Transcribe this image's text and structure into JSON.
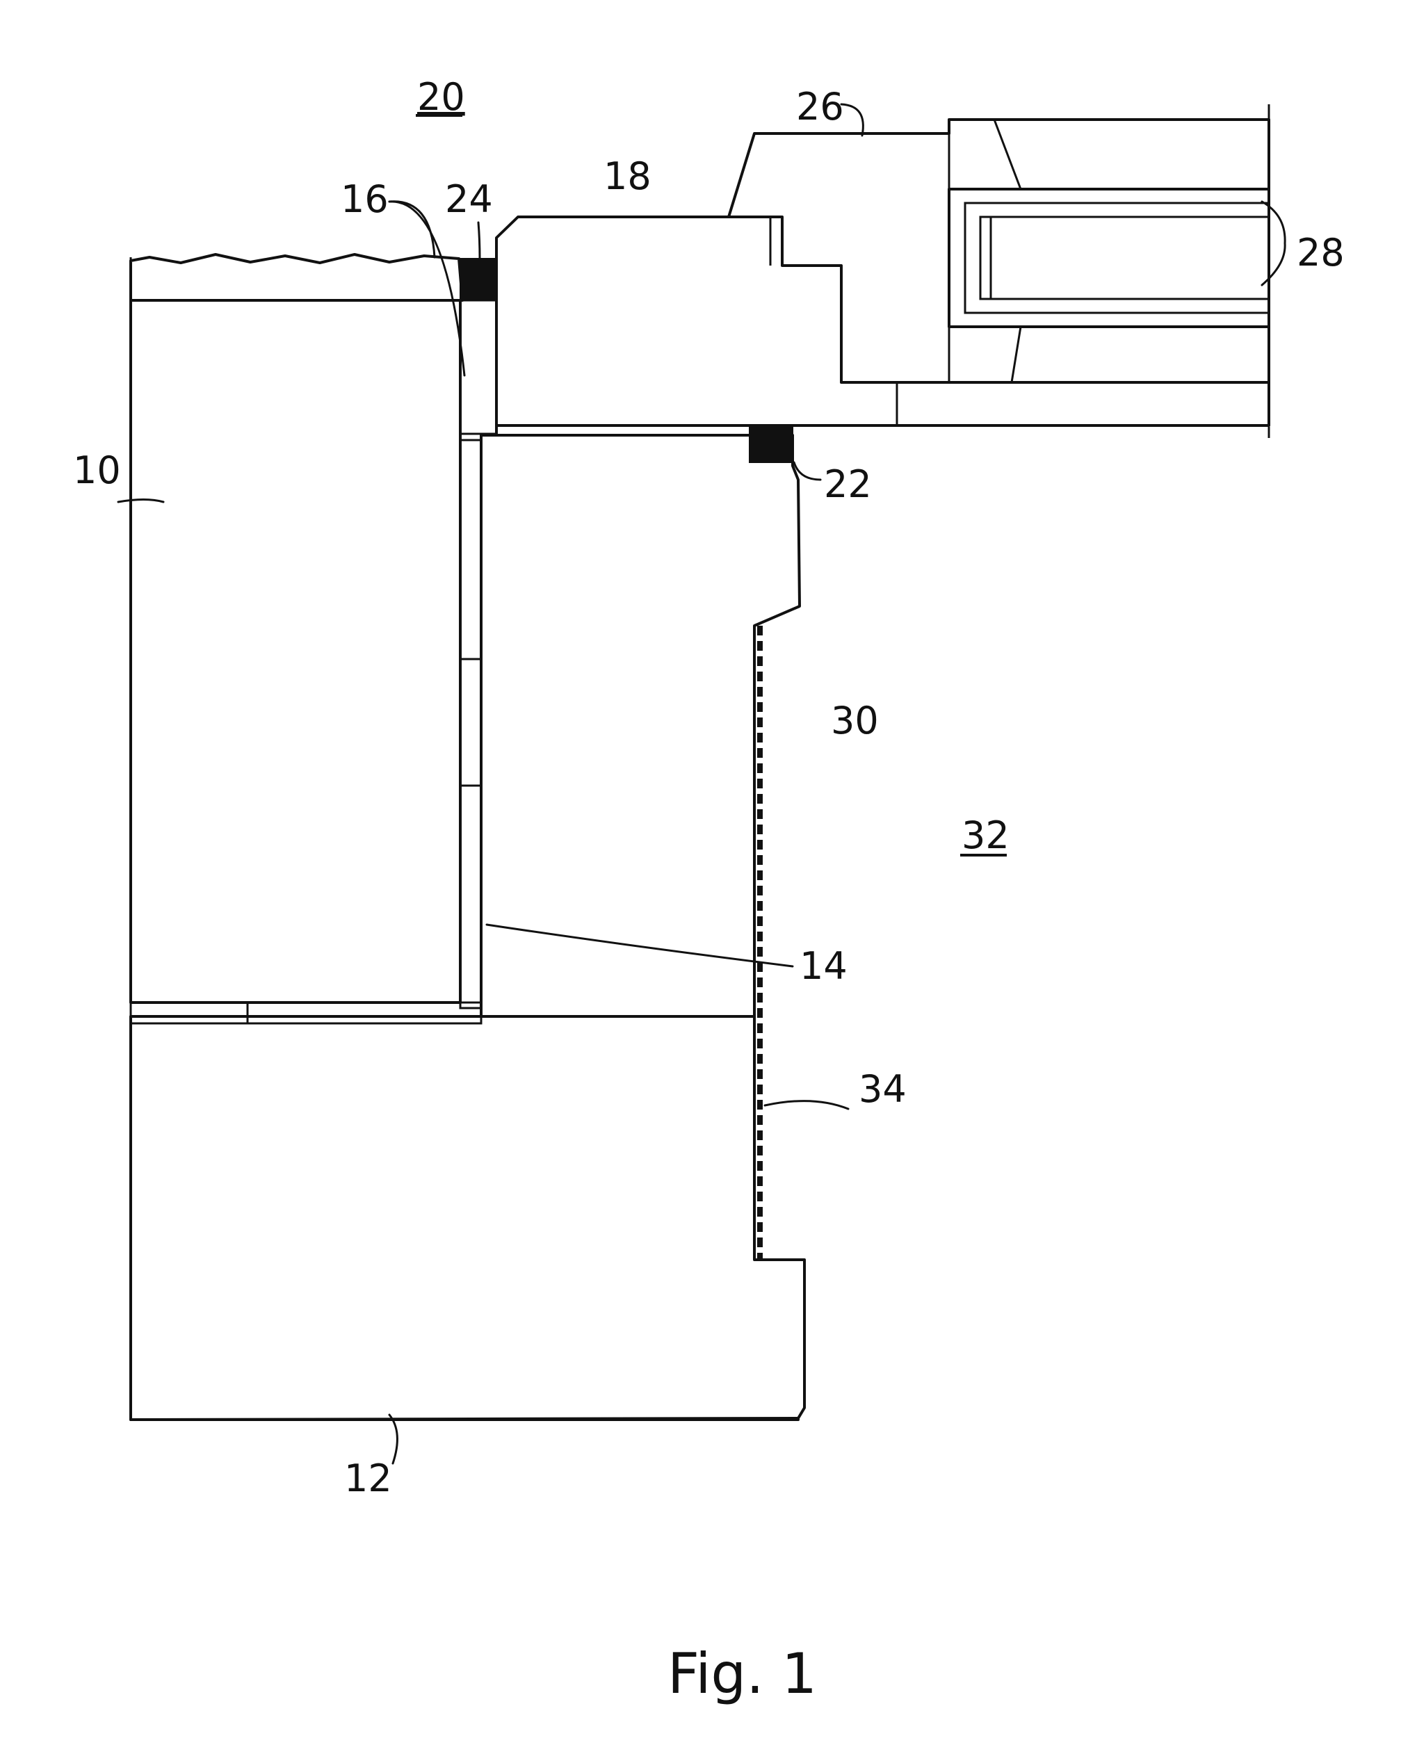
{
  "figure": {
    "caption": "Fig. 1",
    "labels": {
      "l20": "20",
      "l26": "26",
      "l18": "18",
      "l16": "16",
      "l24": "24",
      "l28": "28",
      "l10": "10",
      "l22": "22",
      "l30": "30",
      "l32": "32",
      "l14": "14",
      "l34": "34",
      "l12": "12"
    }
  }
}
